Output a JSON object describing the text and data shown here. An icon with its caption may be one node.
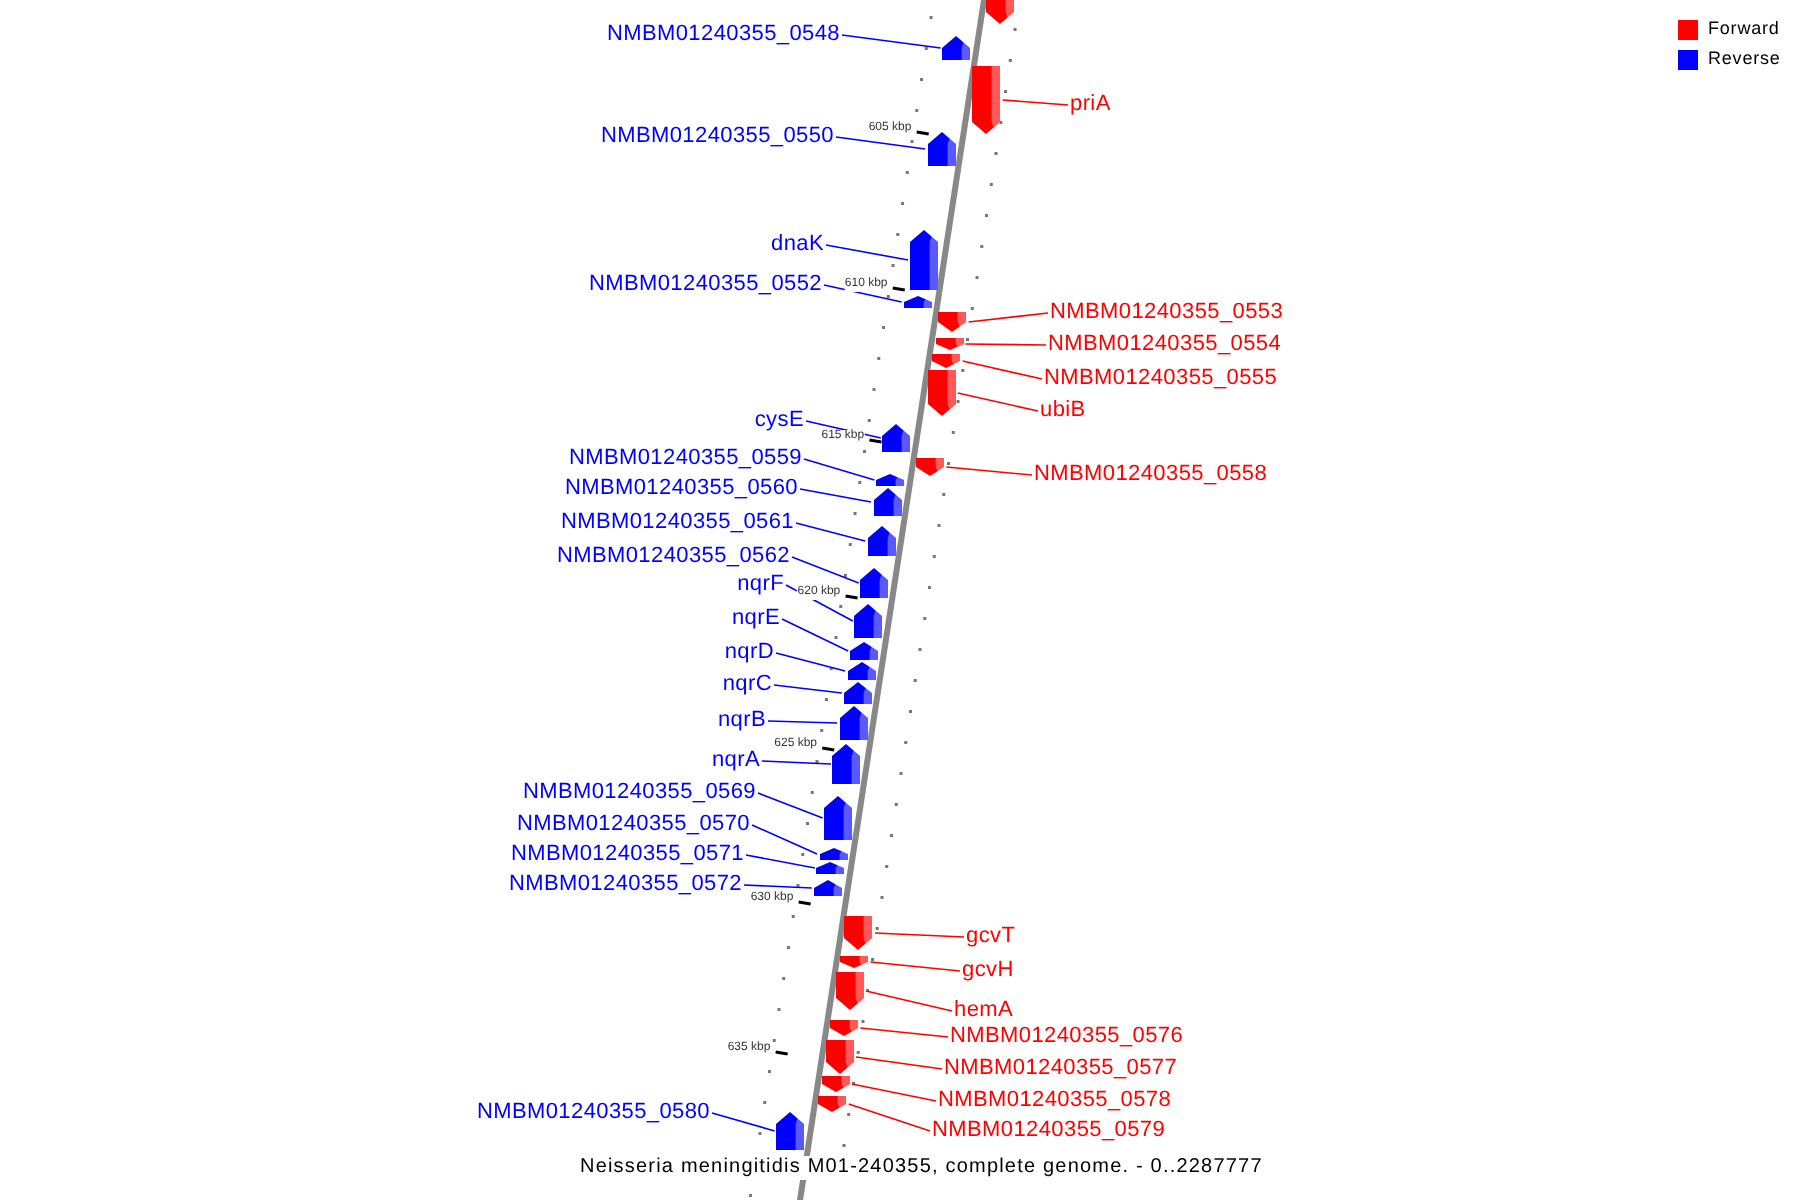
{
  "diagram": {
    "caption": "Neisseria meningitidis M01-240355, complete genome. - 0..2287777",
    "nodes": [
      {
        "text": [],
        "shape": "arrow"
      },
      {
        "text": [
          "NMBM01240355_0548"
        ]
      },
      {
        "text": [],
        "shape": "arrow"
      },
      {
        "text": [
          "priA"
        ]
      },
      {
        "text": [],
        "shape": "arrow"
      },
      {
        "text": [
          "NMBM01240355_0550"
        ]
      },
      {
        "text": [],
        "shape": "arrow"
      },
      {
        "text": [
          "dnaK"
        ]
      },
      {
        "text": [],
        "shape": "arrow"
      },
      {
        "text": [
          "NMBM01240355_0552"
        ]
      },
      {
        "text": [],
        "shape": "arrow"
      },
      {
        "text": [
          "NMBM01240355_0553"
        ]
      },
      {
        "text": [],
        "shape": "arrow"
      },
      {
        "text": [
          "NMBM01240355_0554"
        ]
      },
      {
        "text": [],
        "shape": "arrow"
      },
      {
        "text": [
          "NMBM01240355_0555"
        ]
      },
      {
        "text": [],
        "shape": "arrow"
      },
      {
        "text": [
          "ubiB"
        ]
      },
      {
        "text": [],
        "shape": "arrow"
      },
      {
        "text": [
          "cysE"
        ]
      },
      {
        "text": [],
        "shape": "arrow"
      },
      {
        "text": [
          "NMBM01240355_0558"
        ]
      },
      {
        "text": [],
        "shape": "arrow"
      },
      {
        "text": [
          "NMBM01240355_0559"
        ]
      },
      {
        "text": [],
        "shape": "arrow"
      },
      {
        "text": [
          "NMBM01240355_0560"
        ]
      },
      {
        "text": [],
        "shape": "arrow"
      },
      {
        "text": [
          "NMBM01240355_0561"
        ]
      },
      {
        "text": [],
        "shape": "arrow"
      },
      {
        "text": [
          "NMBM01240355_0562"
        ]
      },
      {
        "text": [],
        "shape": "arrow"
      },
      {
        "text": [
          "nqrF"
        ]
      },
      {
        "text": [],
        "shape": "arrow"
      },
      {
        "text": [
          "nqrE"
        ]
      },
      {
        "text": [],
        "shape": "arrow"
      },
      {
        "text": [
          "nqrD"
        ]
      },
      {
        "text": [],
        "shape": "arrow"
      },
      {
        "text": [
          "nqrC"
        ]
      },
      {
        "text": [],
        "shape": "arrow"
      },
      {
        "text": [
          "nqrB"
        ]
      },
      {
        "text": [],
        "shape": "arrow"
      },
      {
        "text": [
          "nqrA"
        ]
      },
      {
        "text": [],
        "shape": "arrow"
      },
      {
        "text": [
          "NMBM01240355_0569"
        ]
      },
      {
        "text": [],
        "shape": "arrow"
      },
      {
        "text": [
          "NMBM01240355_0570"
        ]
      },
      {
        "text": [],
        "shape": "arrow"
      },
      {
        "text": [
          "NMBM01240355_0571"
        ]
      },
      {
        "text": [],
        "shape": "arrow"
      },
      {
        "text": [
          "NMBM01240355_0572"
        ]
      },
      {
        "text": [],
        "shape": "arrow"
      },
      {
        "text": [
          "gcvT"
        ]
      },
      {
        "text": [],
        "shape": "arrow"
      },
      {
        "text": [
          "gcvH"
        ]
      },
      {
        "text": [],
        "shape": "arrow"
      },
      {
        "text": [
          "hemA"
        ]
      },
      {
        "text": [],
        "shape": "arrow"
      },
      {
        "text": [
          "NMBM01240355_0576"
        ]
      },
      {
        "text": [],
        "shape": "arrow"
      },
      {
        "text": [
          "NMBM01240355_0577"
        ]
      },
      {
        "text": [],
        "shape": "arrow"
      },
      {
        "text": [
          "NMBM01240355_0578"
        ]
      },
      {
        "text": [],
        "shape": "arrow"
      },
      {
        "text": [
          "NMBM01240355_0579"
        ]
      },
      {
        "text": [],
        "shape": "arrow"
      },
      {
        "text": [
          "NMBM01240355_0580"
        ]
      },
      {
        "text": [],
        "shape": "arrow"
      }
    ],
    "edges": [
      {
        "from": 1,
        "to": 2,
        "arrow": "none"
      },
      {
        "from": 3,
        "to": 4,
        "arrow": "none",
        "color": "#ff0000"
      },
      {
        "from": 5,
        "to": 6,
        "arrow": "none"
      },
      {
        "from": 7,
        "to": 8,
        "arrow": "none"
      },
      {
        "from": 9,
        "to": 10,
        "arrow": "none"
      },
      {
        "from": 11,
        "to": 12,
        "arrow": "none",
        "color": "#ff0000"
      },
      {
        "from": 13,
        "to": 14,
        "arrow": "none",
        "color": "#ff0000"
      },
      {
        "from": 15,
        "to": 16,
        "arrow": "none",
        "color": "#ff0000"
      },
      {
        "from": 17,
        "to": 18,
        "arrow": "none",
        "color": "#ff0000"
      },
      {
        "from": 19,
        "to": 20,
        "arrow": "none"
      },
      {
        "from": 21,
        "to": 22,
        "arrow": "none",
        "color": "#ff0000"
      },
      {
        "from": 23,
        "to": 24,
        "arrow": "none"
      },
      {
        "from": 25,
        "to": 26,
        "arrow": "none"
      },
      {
        "from": 27,
        "to": 28,
        "arrow": "none"
      },
      {
        "from": 29,
        "to": 30,
        "arrow": "none"
      },
      {
        "from": 31,
        "to": 32,
        "arrow": "none"
      },
      {
        "from": 33,
        "to": 34,
        "arrow": "none"
      },
      {
        "from": 35,
        "to": 36,
        "arrow": "none"
      },
      {
        "from": 37,
        "to": 38,
        "arrow": "none"
      },
      {
        "from": 39,
        "to": 40,
        "arrow": "none"
      },
      {
        "from": 41,
        "to": 42,
        "arrow": "none"
      },
      {
        "from": 43,
        "to": 44,
        "arrow": "none"
      },
      {
        "from": 45,
        "to": 46,
        "arrow": "none"
      },
      {
        "from": 47,
        "to": 48,
        "arrow": "none"
      },
      {
        "from": 49,
        "to": 50,
        "arrow": "none"
      },
      {
        "from": 51,
        "to": 52,
        "arrow": "none",
        "color": "#ff0000"
      },
      {
        "from": 53,
        "to": 54,
        "arrow": "none",
        "color": "#ff0000"
      },
      {
        "from": 55,
        "to": 56,
        "arrow": "none",
        "color": "#ff0000"
      },
      {
        "from": 57,
        "to": 58,
        "arrow": "none",
        "color": "#ff0000"
      },
      {
        "from": 59,
        "to": 60,
        "arrow": "none",
        "color": "#ff0000"
      },
      {
        "from": 61,
        "to": 62,
        "arrow": "none",
        "color": "#ff0000"
      },
      {
        "from": 63,
        "to": 64,
        "arrow": "none",
        "color": "#ff0000"
      },
      {
        "from": 65,
        "to": 66,
        "arrow": "none"
      }
    ],
    "labels": [
      "605 kbp",
      "610 kbp",
      "615 kbp",
      "620 kbp",
      "625 kbp",
      "630 kbp",
      "635 kbp"
    ],
    "legend": [
      {
        "text": "Forward",
        "color": "#ff0000"
      },
      {
        "text": "Reverse",
        "color": "#0000ff"
      }
    ]
  }
}
